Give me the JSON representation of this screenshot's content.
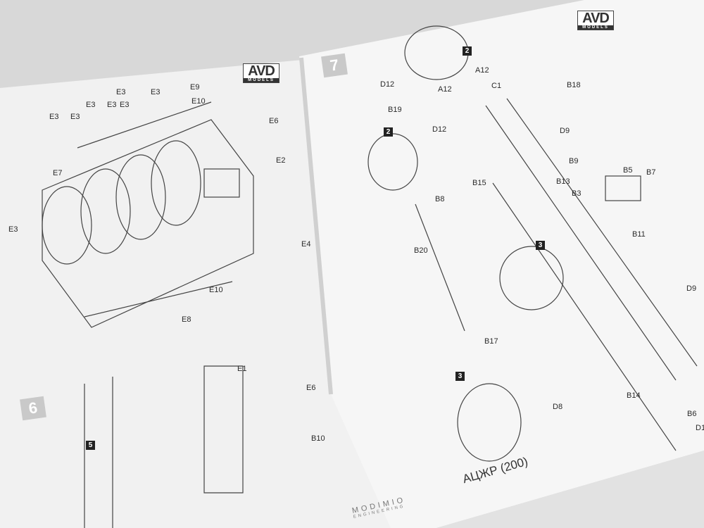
{
  "left_page": {
    "logo": {
      "main": "AVD",
      "sub": "MODELS"
    },
    "step_number": "6",
    "sub_step": "5",
    "labels": [
      "E3",
      "E3",
      "E3",
      "E3",
      "E3",
      "E3",
      "E3",
      "E9",
      "E10",
      "E6",
      "E2",
      "E7",
      "E3",
      "E4",
      "E10",
      "E8",
      "E1",
      "E6",
      "B10"
    ],
    "brand": {
      "main": "MODIMIO",
      "sub": "ENGINEERING"
    }
  },
  "right_page": {
    "logo": {
      "main": "AVD",
      "sub": "MODELS"
    },
    "step_number": "7",
    "sub_steps": [
      "2",
      "2",
      "3",
      "3"
    ],
    "labels": [
      "A12",
      "D12",
      "A12",
      "C1",
      "B18",
      "B19",
      "D12",
      "D9",
      "B9",
      "B5",
      "B7",
      "B15",
      "B13",
      "B3",
      "B8",
      "B11",
      "B20",
      "D9",
      "B17",
      "D8",
      "B14",
      "B6",
      "D1"
    ],
    "title": "АЦЖР (200)"
  }
}
